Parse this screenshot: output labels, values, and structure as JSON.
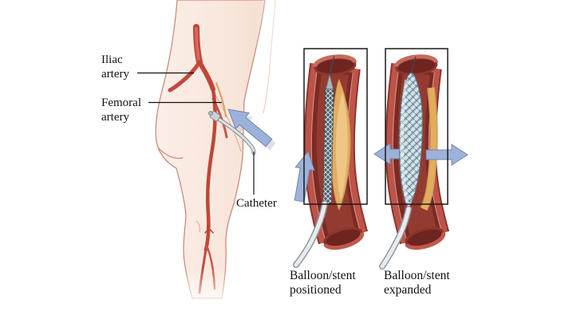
{
  "figure": {
    "anatomy": {
      "labels": {
        "iliac": {
          "line1": "Iliac",
          "line2": "artery"
        },
        "femoral": {
          "line1": "Femoral",
          "line2": "artery"
        },
        "catheter": "Catheter"
      }
    },
    "panels": [
      {
        "caption_line1": "Balloon/stent",
        "caption_line2": "positioned"
      },
      {
        "caption_line1": "Balloon/stent",
        "caption_line2": "expanded"
      }
    ]
  },
  "colors": {
    "background": "#ffffff",
    "skin": "#f9e8df",
    "skin_outline": "#c5876e",
    "artery_red": "#bd544a",
    "artery_dark": "#8c352c",
    "lumen_dark": "#7b2a24",
    "plaque_tan": "#e2ad5f",
    "plaque_edge": "#c9964b",
    "stent_collapsed": "#4e5f69",
    "stent_expanded": "#c7d8e1",
    "catheter_grey": "#e8ebed",
    "catheter_edge": "#8e979d",
    "arrow_blue": "#9db2da",
    "arrow_blue_edge": "#7185ae",
    "box_border": "#1a1a1a",
    "label_text": "#111111"
  }
}
